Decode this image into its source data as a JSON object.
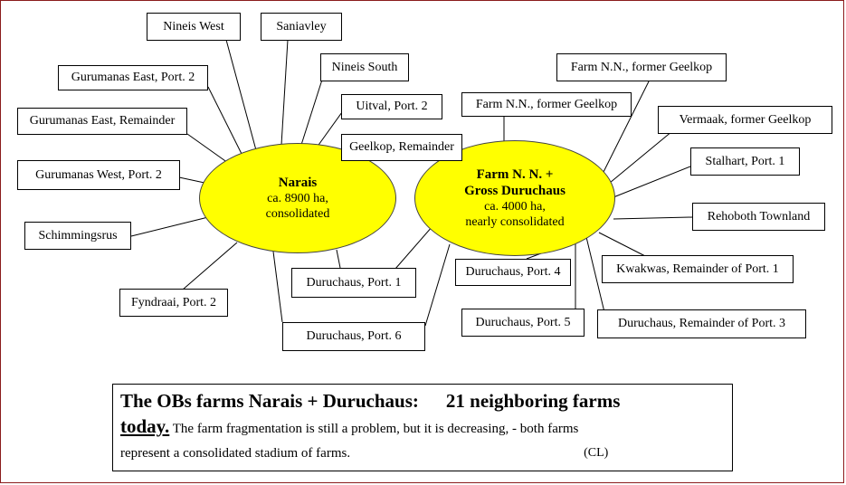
{
  "nodes": {
    "narais": {
      "title": "Narais",
      "lines": [
        "ca. 8900 ha,",
        "consolidated"
      ]
    },
    "duruchaus": {
      "title_lines": [
        "Farm N. N. +",
        "Gross Duruchaus"
      ],
      "lines": [
        "ca. 4000 ha,",
        "nearly consolidated"
      ]
    }
  },
  "farms": {
    "nineis_west": "Nineis West",
    "saniavley": "Saniavley",
    "nineis_south": "Nineis South",
    "gurumanas_east_p2": "Gurumanas East, Port. 2",
    "gurumanas_east_rem": "Gurumanas East, Remainder",
    "uitval_p2": "Uitval, Port. 2",
    "geelkop_rem": "Geelkop, Remainder",
    "gurumanas_west_p2": "Gurumanas West, Port. 2",
    "schimmingsrus": "Schimmingsrus",
    "fyndraai_p2": "Fyndraai, Port. 2",
    "duruchaus_p1": "Duruchaus, Port. 1",
    "duruchaus_p6": "Duruchaus, Port. 6",
    "farm_nn_top": "Farm N.N., former Geelkop",
    "farm_nn_right": "Farm N.N., former Geelkop",
    "vermaak": "Vermaak, former Geelkop",
    "stalhart_p1": "Stalhart, Port. 1",
    "rehoboth": "Rehoboth Townland",
    "kwakwas": "Kwakwas, Remainder of Port. 1",
    "duruchaus_p4": "Duruchaus, Port. 4",
    "duruchaus_p5": "Duruchaus, Port. 5",
    "duruchaus_rem_p3": "Duruchaus, Remainder of Port. 3"
  },
  "caption": {
    "heading_a": "The OBs farms Narais + Duruchaus:",
    "heading_b": "21 neighboring farms",
    "today": "today.",
    "text_1": " The farm fragmentation is still a problem, but it is decreasing, - both farms",
    "text_2": "represent a consolidated stadium of farms.",
    "credit": "(CL)"
  },
  "colors": {
    "ellipse_fill": "#ffff00",
    "frame": "#8b1c1c"
  }
}
